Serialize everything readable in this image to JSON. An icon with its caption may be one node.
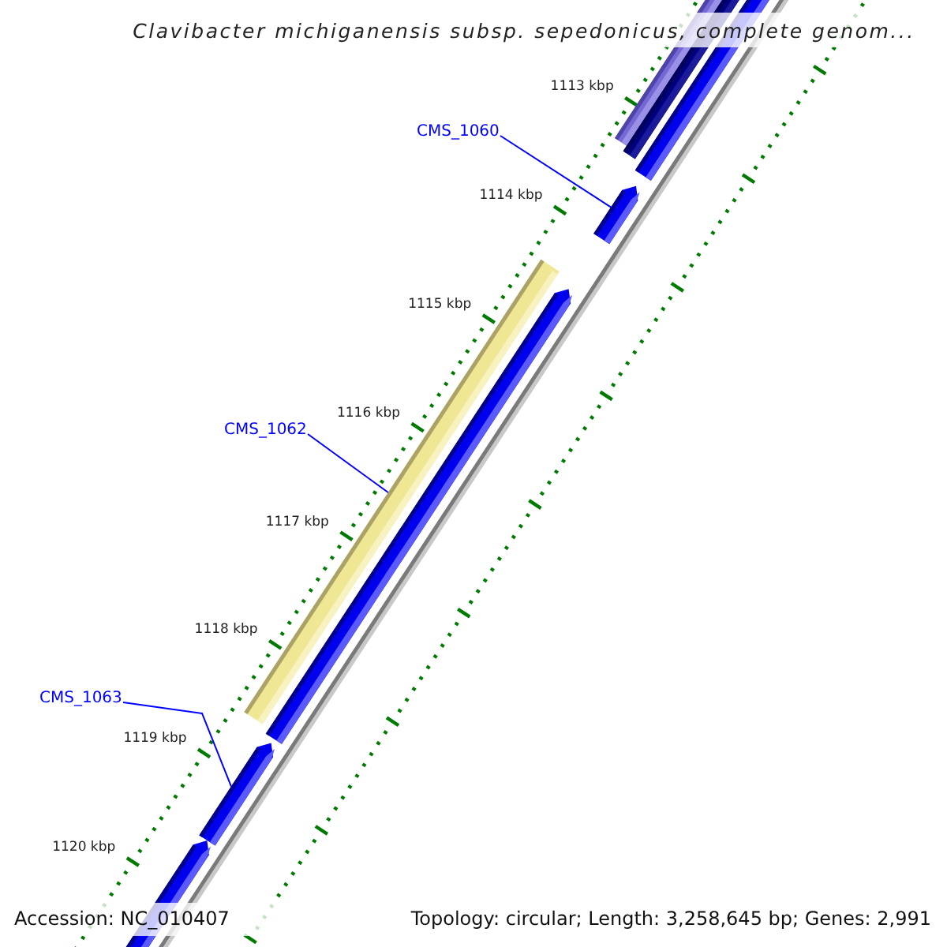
{
  "diagram": {
    "title": "Clavibacter michiganensis subsp. sepedonicus, complete genom...",
    "nodes": [
      {
        "text": [
          "CMS_1060"
        ]
      },
      {
        "text": [],
        "shape": "arrow"
      },
      {
        "text": [
          "CMS_1062"
        ]
      },
      {
        "text": [],
        "shape": "bar"
      },
      {
        "text": [
          "CMS_1063"
        ]
      },
      {
        "text": [],
        "shape": "arrow"
      }
    ],
    "edges": [
      {
        "from": 0,
        "to": 1,
        "arrow": "none"
      },
      {
        "from": 2,
        "to": 3,
        "arrow": "none"
      },
      {
        "from": 4,
        "to": 5,
        "arrow": "none"
      }
    ],
    "labels": [
      "1113 kbp",
      "1114 kbp",
      "1115 kbp",
      "1116 kbp",
      "1117 kbp",
      "1118 kbp",
      "1119 kbp",
      "1120 kbp",
      "Accession: NC_010407",
      "Topology: circular; Length: 3,258,645 bp; Genes: 2,991"
    ]
  }
}
